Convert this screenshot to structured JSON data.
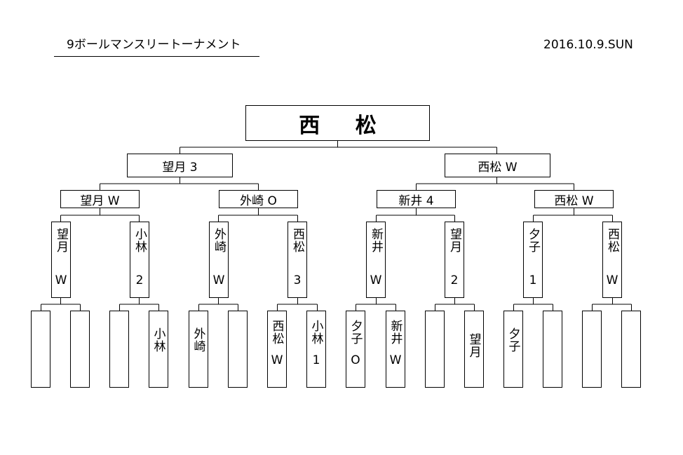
{
  "header": {
    "title": "9ボールマンスリートーナメント",
    "date": "2016.10.9.SUN"
  },
  "champion": "西 松",
  "semifinals": [
    "望月 3",
    "西松 W"
  ],
  "quarterfinals": [
    "望月 W",
    "外崎 O",
    "新井 4",
    "西松 W"
  ],
  "round_of_16": [
    {
      "name": "望月",
      "result": "W"
    },
    {
      "name": "小林",
      "result": "2"
    },
    {
      "name": "外崎",
      "result": "W"
    },
    {
      "name": "西松",
      "result": "3"
    },
    {
      "name": "新井",
      "result": "W"
    },
    {
      "name": "望月",
      "result": "2"
    },
    {
      "name": "夕子",
      "result": "1"
    },
    {
      "name": "西松",
      "result": "W"
    }
  ],
  "first_round": [
    {
      "name": "",
      "result": ""
    },
    {
      "name": "",
      "result": ""
    },
    {
      "name": "",
      "result": ""
    },
    {
      "name": "小林",
      "result": ""
    },
    {
      "name": "外崎",
      "result": ""
    },
    {
      "name": "",
      "result": ""
    },
    {
      "name": "西松",
      "result": "W"
    },
    {
      "name": "小林",
      "result": "1"
    },
    {
      "name": "夕子",
      "result": "O"
    },
    {
      "name": "新井",
      "result": "W"
    },
    {
      "name": "",
      "result": ""
    },
    {
      "name": "望月",
      "result": ""
    },
    {
      "name": "夕子",
      "result": ""
    },
    {
      "name": "",
      "result": ""
    },
    {
      "name": "",
      "result": ""
    },
    {
      "name": "",
      "result": ""
    }
  ]
}
